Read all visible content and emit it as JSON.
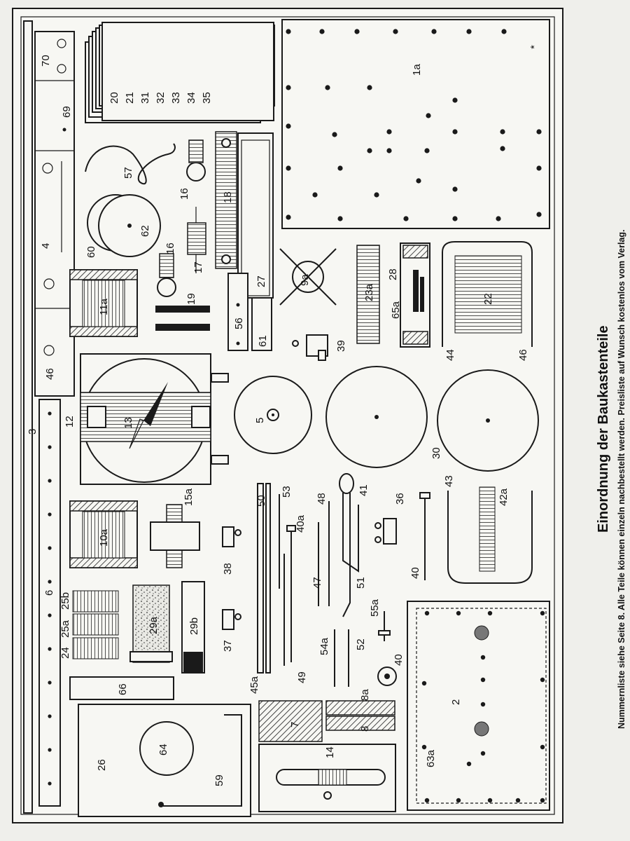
{
  "title": "Einordnung der Baukastenteile",
  "subtitle": "Nummernliste siehe Seite 8. Alle Teile können einzeln nachbestellt werden. Preisliste auf Wunsch kostenlos vom Verlag.",
  "colors": {
    "ink": "#1a1a1a",
    "paper": "#efefeb",
    "panel": "#f7f7f3"
  },
  "labels": {
    "p70": "70",
    "p69": "69",
    "p4": "4",
    "p46": "46",
    "p3": "3",
    "p6": "6",
    "p20": "20",
    "p21": "21",
    "p31": "31",
    "p32": "32",
    "p33": "33",
    "p34": "34",
    "p35": "35",
    "p57": "57",
    "p16a": "16",
    "p16b": "16",
    "p17": "17",
    "p60": "60",
    "p62": "62",
    "p11a": "11a",
    "p19": "19",
    "p18": "18",
    "p27": "27",
    "p56": "56",
    "p61": "61",
    "p1a": "1a",
    "p9a": "9a",
    "p23a": "23a",
    "p28": "28",
    "p65a": "65a",
    "p22": "22",
    "p44": "44",
    "p46b": "46",
    "p39": "39",
    "p12": "12",
    "p13": "13",
    "p5": "5",
    "p30": "30",
    "p10a": "10a",
    "p15a": "15a",
    "p38": "38",
    "p37": "37",
    "p50": "50",
    "p53": "53",
    "p40a": "40a",
    "p48": "48",
    "p41": "41",
    "p47": "47",
    "p51": "51",
    "p36": "36",
    "p40": "40",
    "p43": "43",
    "p42a": "42a",
    "p25b": "25b",
    "p25a": "25a",
    "p24": "24",
    "p29a": "29a",
    "p29b": "29b",
    "p66": "66",
    "p45a": "45a",
    "p49": "49",
    "p54a": "54a",
    "p52": "52",
    "p55a": "55a",
    "p40b": "40",
    "p8a": "8a",
    "p7": "7",
    "p8": "8",
    "p2": "2",
    "p63a": "63a",
    "p26": "26",
    "p64": "64",
    "p59": "59",
    "p14": "14",
    "star": "*"
  }
}
